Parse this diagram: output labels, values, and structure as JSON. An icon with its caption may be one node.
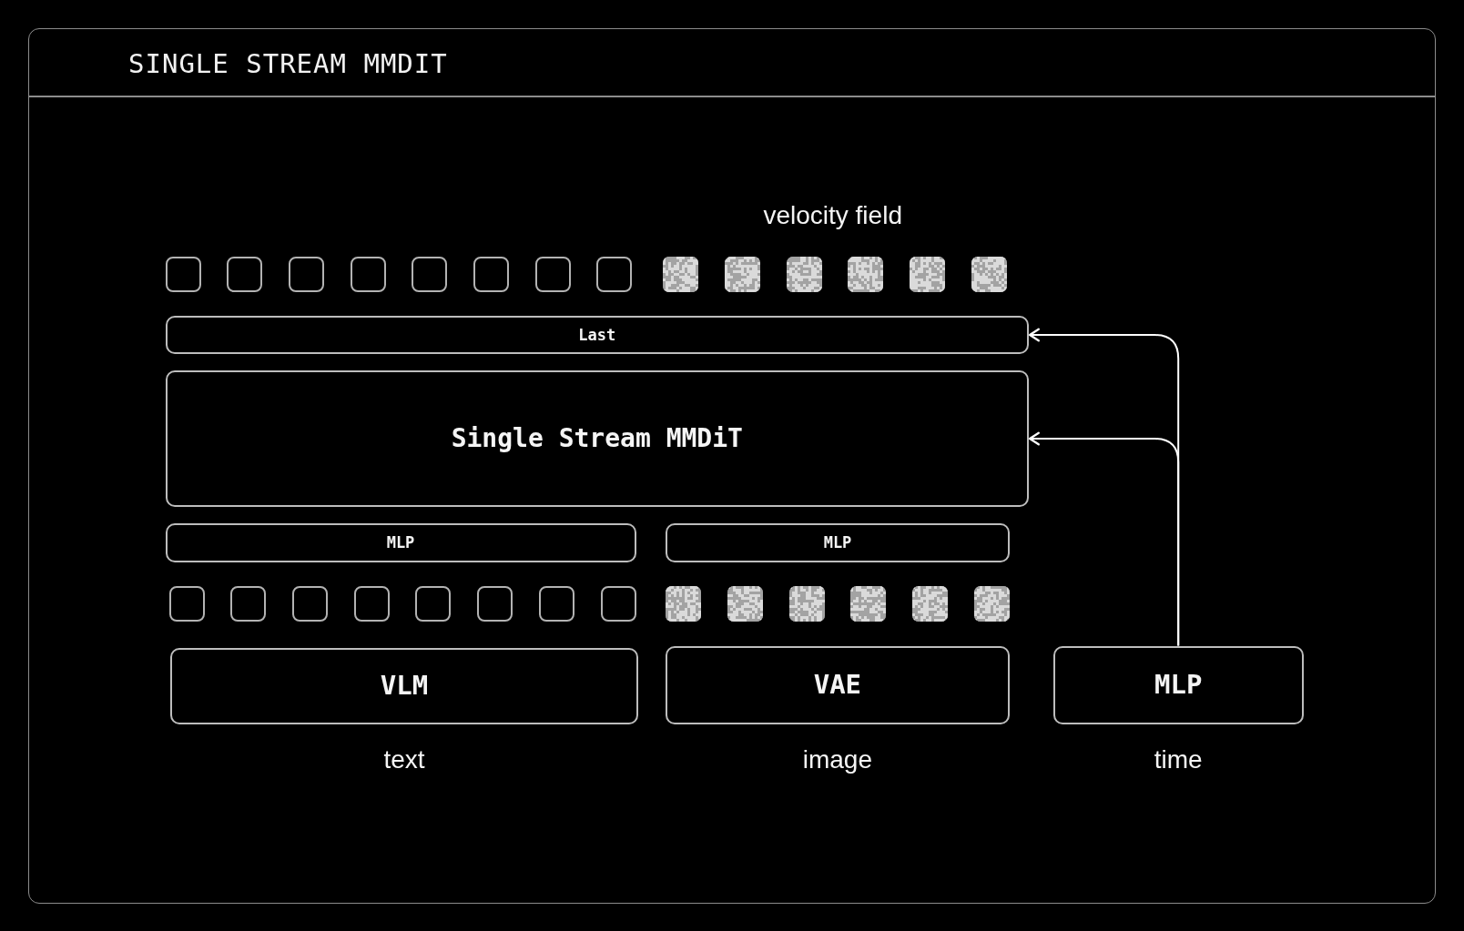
{
  "diagram": {
    "title": "SINGLE STREAM MMDIT",
    "nodes": [
      {
        "text": [],
        "shape": "box"
      },
      {
        "text": [],
        "shape": "box"
      },
      {
        "text": [],
        "shape": "box"
      },
      {
        "text": [],
        "shape": "box"
      },
      {
        "text": [],
        "shape": "box"
      },
      {
        "text": [],
        "shape": "box"
      },
      {
        "text": [],
        "shape": "box"
      },
      {
        "text": [],
        "shape": "box"
      },
      {
        "text": [],
        "shape": "box"
      },
      {
        "text": [],
        "shape": "box"
      },
      {
        "text": [],
        "shape": "box"
      },
      {
        "text": [],
        "shape": "box"
      },
      {
        "text": [],
        "shape": "box"
      },
      {
        "text": [],
        "shape": "box"
      },
      {
        "text": [
          "Last"
        ]
      },
      {
        "text": [
          "Single Stream MMDiT"
        ]
      },
      {
        "text": [
          "MLP"
        ]
      },
      {
        "text": [
          "MLP"
        ]
      },
      {
        "text": [],
        "shape": "box"
      },
      {
        "text": [],
        "shape": "box"
      },
      {
        "text": [],
        "shape": "box"
      },
      {
        "text": [],
        "shape": "box"
      },
      {
        "text": [],
        "shape": "box"
      },
      {
        "text": [],
        "shape": "box"
      },
      {
        "text": [],
        "shape": "box"
      },
      {
        "text": [],
        "shape": "box"
      },
      {
        "text": [],
        "shape": "box"
      },
      {
        "text": [],
        "shape": "box"
      },
      {
        "text": [],
        "shape": "box"
      },
      {
        "text": [],
        "shape": "box"
      },
      {
        "text": [],
        "shape": "box"
      },
      {
        "text": [],
        "shape": "box"
      },
      {
        "text": [
          "VLM"
        ],
        "beside": [
          "text"
        ]
      },
      {
        "text": [
          "VAE"
        ],
        "beside": [
          "image"
        ]
      },
      {
        "text": [
          "MLP"
        ],
        "beside": [
          "time"
        ]
      }
    ],
    "edges": [
      {
        "from": 34,
        "to": 14,
        "arrow": "to"
      },
      {
        "from": 34,
        "to": 15,
        "arrow": "to"
      }
    ],
    "labels": [
      "velocity field"
    ]
  }
}
